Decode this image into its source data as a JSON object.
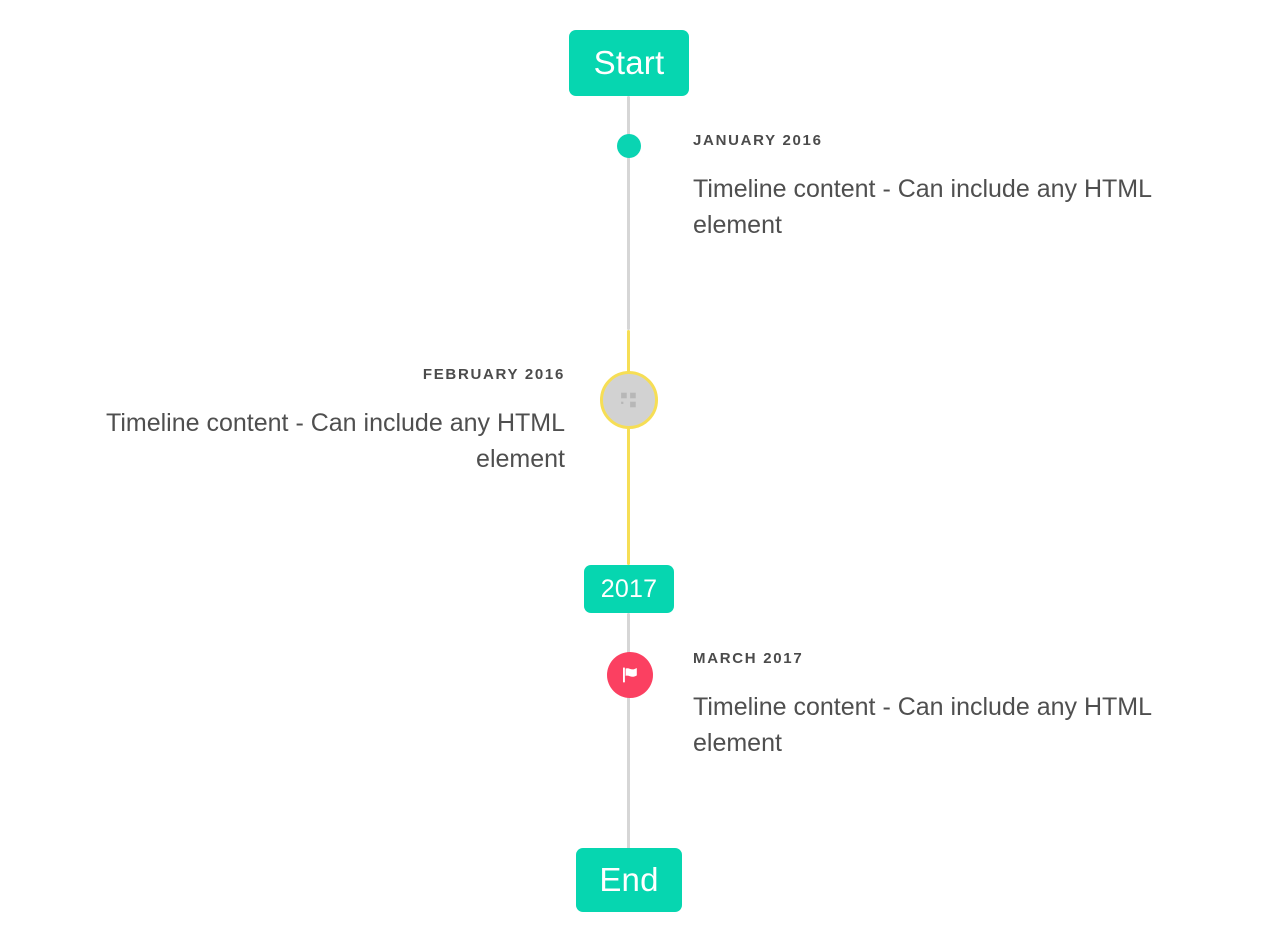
{
  "background_color": "#ffffff",
  "colors": {
    "accent_teal": "#06d6b0",
    "marker_teal": "#0ad4b2",
    "accent_yellow": "#f6de55",
    "accent_pink": "#fb4061",
    "line_grey": "#d6d6d6",
    "circle_grey": "#d2d2d2",
    "text_dark": "#4b4b4b",
    "text_body": "#4f4f4f"
  },
  "badges": {
    "start": "Start",
    "year": "2017",
    "end": "End"
  },
  "entries": [
    {
      "date": "JANUARY 2016",
      "body": "Timeline content - Can include any HTML element",
      "side": "right",
      "marker": "dot-icon"
    },
    {
      "date": "FEBRUARY 2016",
      "body": "Timeline content - Can include any HTML element",
      "side": "left",
      "marker": "broken-image-icon"
    },
    {
      "date": "MARCH 2017",
      "body": "Timeline content - Can include any HTML element",
      "side": "right",
      "marker": "flag-icon"
    }
  ]
}
